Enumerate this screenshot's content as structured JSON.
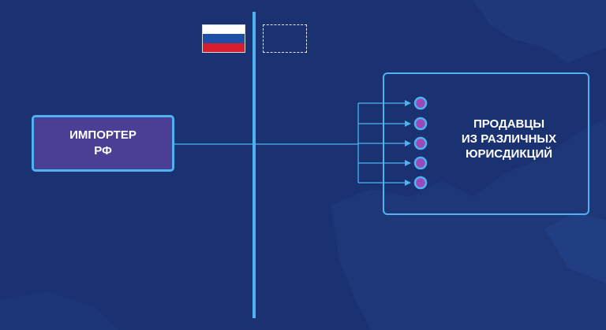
{
  "importer": {
    "line1": "ИМПОРТЕР",
    "line2": "РФ"
  },
  "sellers": {
    "line1": "ПРОДАВЦЫ",
    "line2": "ИЗ РАЗЛИЧНЫХ",
    "line3": "ЮРИСДИКЦИЙ"
  },
  "flags": {
    "left": "russia-flag-icon",
    "right": "empty-flag-placeholder"
  },
  "colors": {
    "background": "#1b3272",
    "accent": "#4db2ef",
    "importer_fill": "#4a3f95",
    "node_fill": "#9c4ab8",
    "flag_white": "#ffffff",
    "flag_blue": "#1c4fa5",
    "flag_red": "#d81e2c"
  }
}
